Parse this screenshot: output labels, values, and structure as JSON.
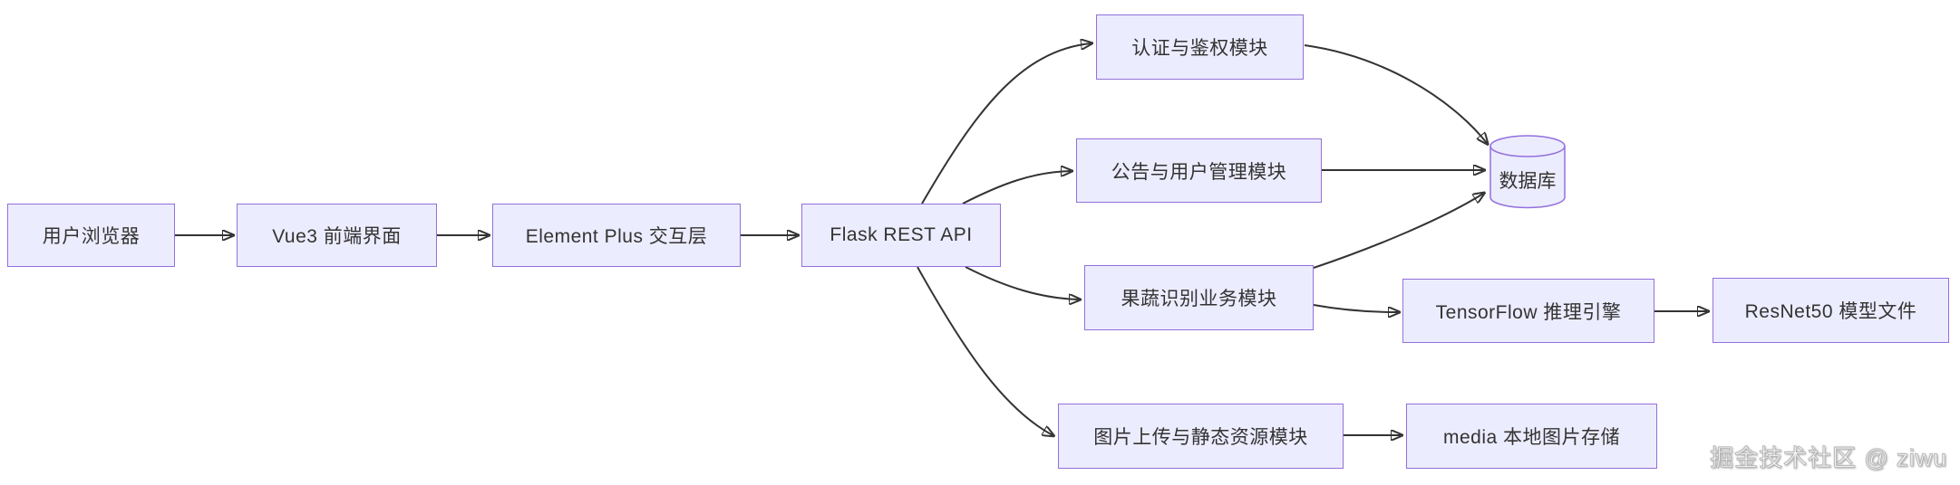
{
  "diagram": {
    "type": "flowchart-left-to-right",
    "watermark": "掘金技术社区 @ ziwu",
    "colors": {
      "background": "#ffffff",
      "node_fill": "#ECECFF",
      "node_border": "#9370DB",
      "node_text": "#333333",
      "edge": "#333333"
    },
    "nodes": {
      "browser": {
        "label": "用户浏览器",
        "shape": "rect"
      },
      "vue3": {
        "label": "Vue3 前端界面",
        "shape": "rect"
      },
      "element_plus": {
        "label": "Element Plus 交互层",
        "shape": "rect"
      },
      "flask": {
        "label": "Flask REST API",
        "shape": "rect"
      },
      "auth": {
        "label": "认证与鉴权模块",
        "shape": "rect"
      },
      "announce": {
        "label": "公告与用户管理模块",
        "shape": "rect"
      },
      "db": {
        "label": "数据库",
        "shape": "cylinder"
      },
      "recognition": {
        "label": "果蔬识别业务模块",
        "shape": "rect"
      },
      "tensorflow": {
        "label": "TensorFlow 推理引擎",
        "shape": "rect"
      },
      "resnet": {
        "label": "ResNet50 模型文件",
        "shape": "rect"
      },
      "upload": {
        "label": "图片上传与静态资源模块",
        "shape": "rect"
      },
      "media": {
        "label": "media 本地图片存储",
        "shape": "rect"
      }
    },
    "edges": [
      {
        "from": "browser",
        "to": "vue3"
      },
      {
        "from": "vue3",
        "to": "element_plus"
      },
      {
        "from": "element_plus",
        "to": "flask"
      },
      {
        "from": "flask",
        "to": "auth"
      },
      {
        "from": "flask",
        "to": "announce"
      },
      {
        "from": "flask",
        "to": "recognition"
      },
      {
        "from": "flask",
        "to": "upload"
      },
      {
        "from": "auth",
        "to": "db"
      },
      {
        "from": "announce",
        "to": "db"
      },
      {
        "from": "recognition",
        "to": "db"
      },
      {
        "from": "recognition",
        "to": "tensorflow"
      },
      {
        "from": "tensorflow",
        "to": "resnet"
      },
      {
        "from": "upload",
        "to": "media"
      }
    ]
  }
}
